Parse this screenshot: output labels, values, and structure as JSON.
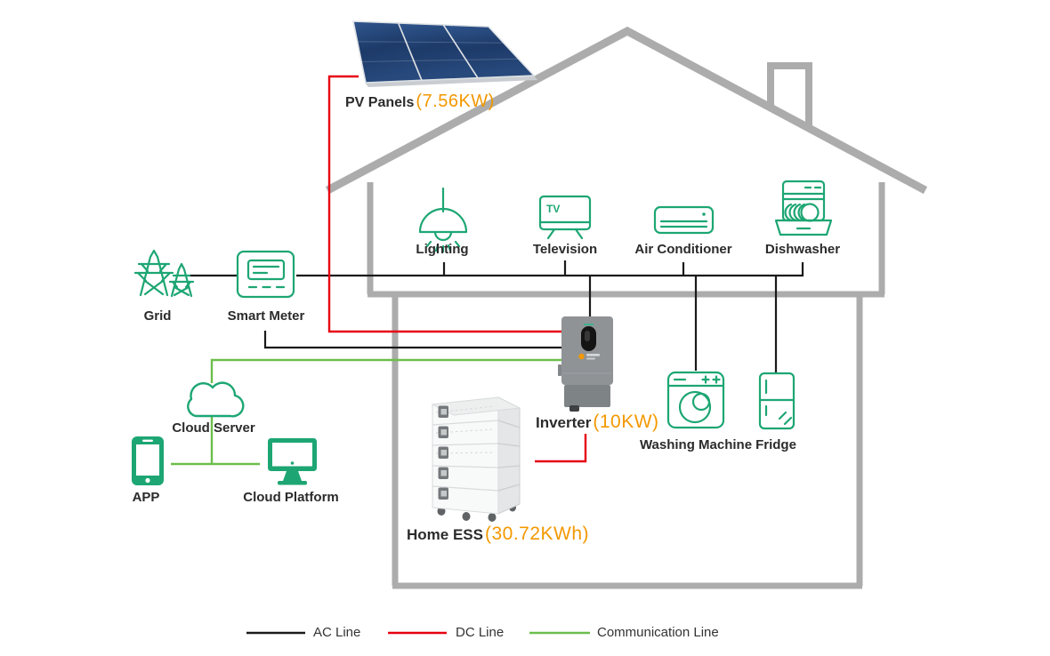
{
  "colors": {
    "icon_green": "#1DA673",
    "house_gray": "#ACACAC",
    "accent_orange": "#F39800",
    "ac_black": "#1A1A1A",
    "dc_red": "#E60012",
    "comm_green": "#6CBE4C",
    "panel_blue": "#1D3A68"
  },
  "pv_panels": {
    "label": "PV Panels",
    "value": "(7.56KW)"
  },
  "grid": {
    "label": "Grid"
  },
  "smart_meter": {
    "label": "Smart Meter"
  },
  "appliances": [
    {
      "label": "Lighting"
    },
    {
      "label": "Television",
      "screen_text": "TV"
    },
    {
      "label": "Air Conditioner"
    },
    {
      "label": "Dishwasher"
    },
    {
      "label": "Washing Machine"
    },
    {
      "label": "Fridge"
    }
  ],
  "inverter": {
    "label": "Inverter",
    "value": "(10KW)"
  },
  "home_ess": {
    "label": "Home ESS",
    "value": "(30.72KWh)"
  },
  "monitoring": {
    "cloud_server": "Cloud Server",
    "app": "APP",
    "cloud_platform": "Cloud Platform"
  },
  "legend": [
    {
      "label": "AC Line",
      "color": "#1A1A1A"
    },
    {
      "label": "DC Line",
      "color": "#E60012"
    },
    {
      "label": "Communication Line",
      "color": "#6CBE4C"
    }
  ]
}
